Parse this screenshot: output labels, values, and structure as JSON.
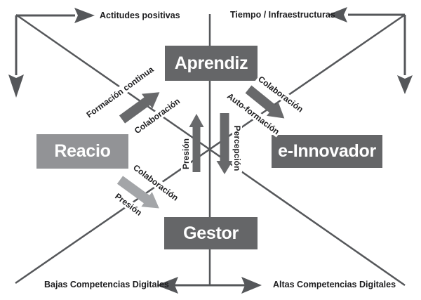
{
  "diagram": {
    "nodes": {
      "aprendiz": "Aprendiz",
      "reacio": "Reacio",
      "e_innovador": "e-Innovador",
      "gestor": "Gestor"
    },
    "axes": {
      "top_left": "Actitudes positivas",
      "top_right": "Tiempo / Infraestructuras",
      "bottom_left": "Bajas Competencias Digitales",
      "bottom_right": "Altas Competencias Digitales"
    },
    "labels": {
      "formacion_continua": "Formación continua",
      "colaboracion_upper_left": "Colaboración",
      "colaboracion_upper_right": "Colaboración",
      "auto_formacion": "Auto-formación",
      "presion_center": "Presión",
      "percepcion": "Percepción",
      "colaboracion_lower_left": "Colaboración",
      "presion_lower_left": "Presión"
    },
    "colors": {
      "box_dark": "#656668",
      "box_light": "#929396",
      "arrow_dark": "#68696b",
      "arrow_light": "#a3a5a8",
      "line": "#55575a",
      "label_text": "#1d1d1f",
      "box_text": "#ffffff",
      "background": "#ffffff"
    }
  }
}
